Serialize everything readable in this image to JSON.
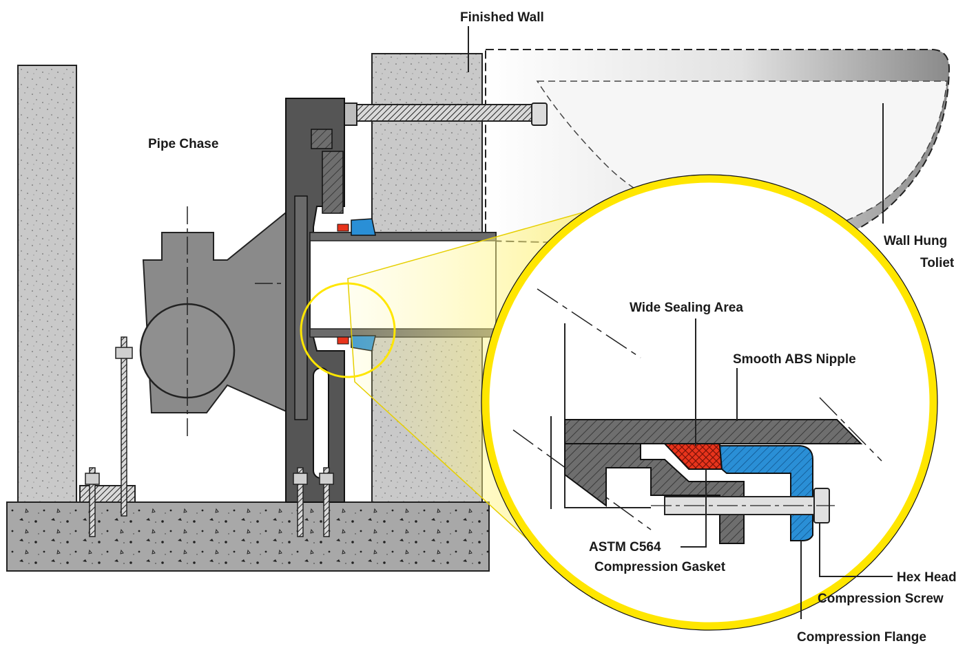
{
  "labels": {
    "finished_wall": "Finished Wall",
    "pipe_chase": "Pipe Chase",
    "wall_hung_line1": "Wall Hung",
    "wall_hung_line2": "Toliet",
    "wide_sealing_area": "Wide Sealing Area",
    "smooth_abs_nipple": "Smooth ABS Nipple",
    "astm_line1": "ASTM C564",
    "astm_line2": "Compression Gasket",
    "hex_line1": "Hex Head",
    "hex_line2": "Compression Screw",
    "compression_flange": "Compression Flange"
  },
  "colors": {
    "concrete": "#c8c8c8",
    "casting": "#555555",
    "casting_light": "#7a7a7a",
    "carrier_body": "#8a8a8a",
    "gasket": "#e8341c",
    "flange": "#2a8fd6",
    "magnifier_ring": "#ffe600",
    "floor": "#a9a9a9"
  }
}
